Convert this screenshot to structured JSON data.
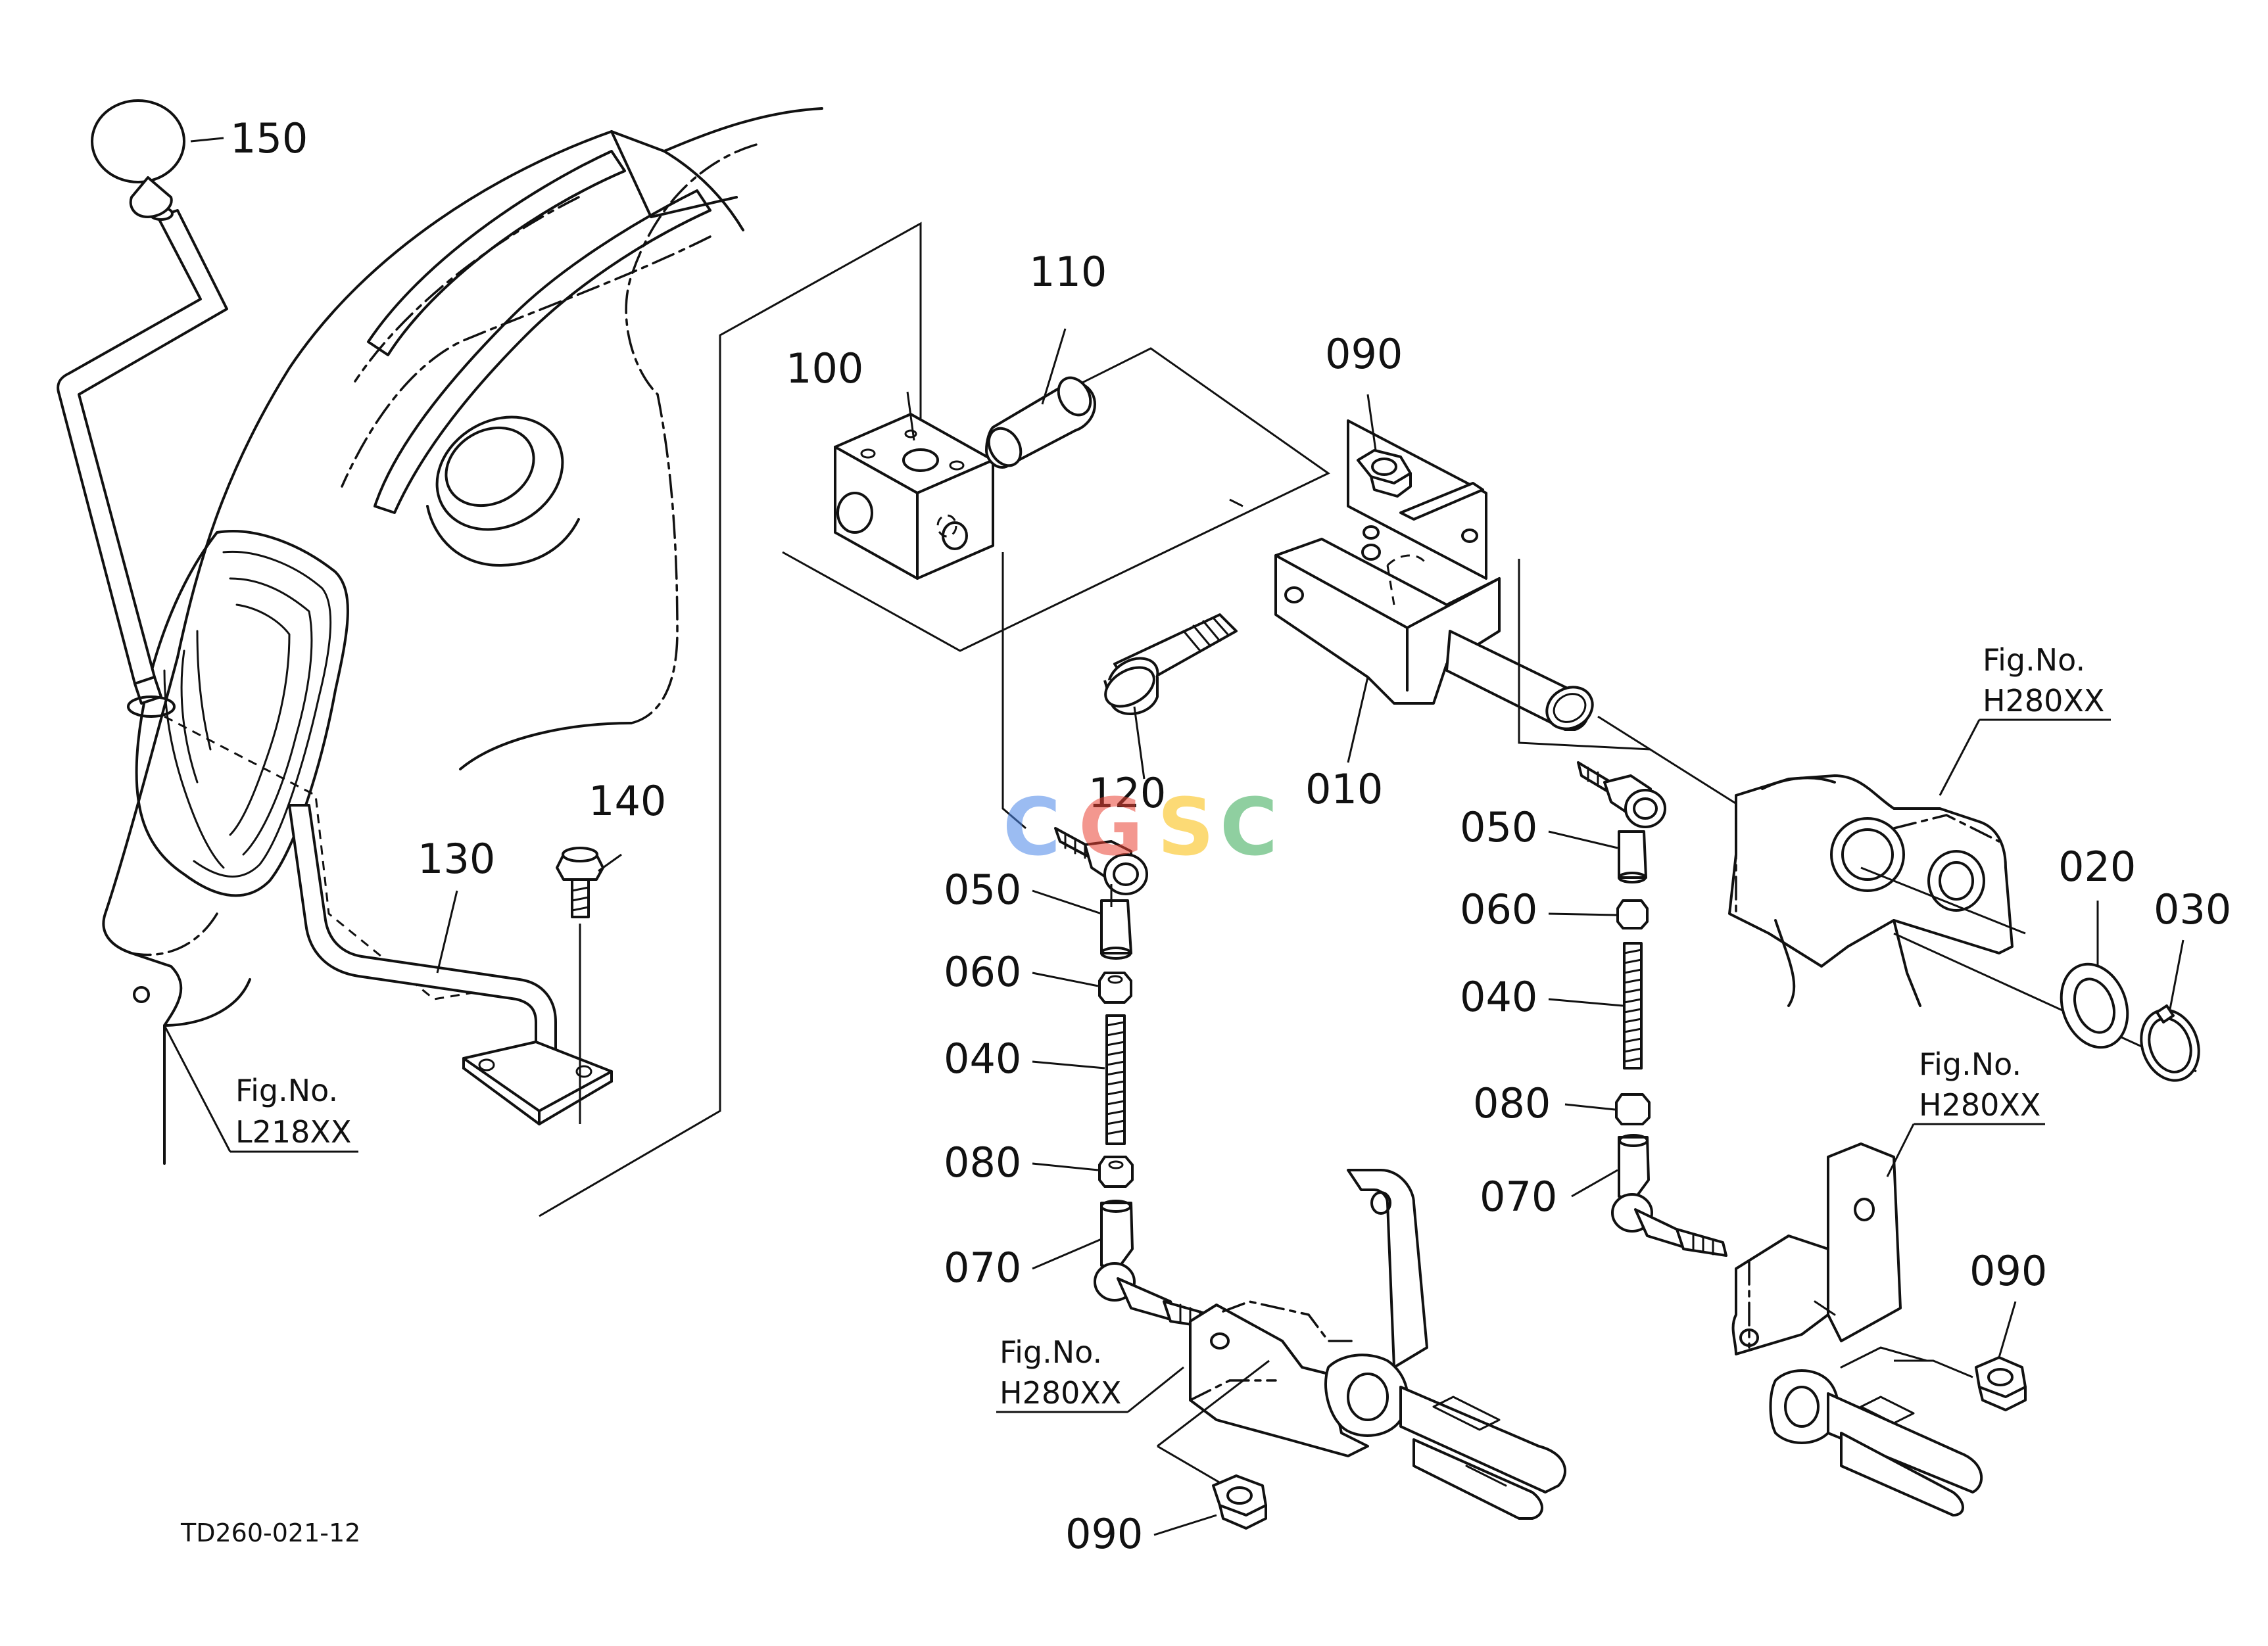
{
  "callouts": {
    "c150": "150",
    "c110": "110",
    "c100": "100",
    "c090_top": "090",
    "c140": "140",
    "c130": "130",
    "c120": "120",
    "c010": "010",
    "c050_left": "050",
    "c060_left": "060",
    "c040_left": "040",
    "c080_left": "080",
    "c070_left": "070",
    "c090_bottom": "090",
    "c050_right": "050",
    "c060_right": "060",
    "c040_right": "040",
    "c080_right": "080",
    "c070_right": "070",
    "c090_right": "090",
    "c020": "020",
    "c030": "030"
  },
  "figure_refs": {
    "left": {
      "line1": "Fig.No.",
      "line2": "L218XX"
    },
    "top_right": {
      "line1": "Fig.No.",
      "line2": "H280XX"
    },
    "mid_right": {
      "line1": "Fig.No.",
      "line2": "H280XX"
    },
    "bottom_center": {
      "line1": "Fig.No.",
      "line2": "H280XX"
    }
  },
  "drawing_code": "TD260-021-12",
  "watermark": {
    "letters": [
      "C",
      "G",
      "S",
      "C"
    ],
    "colors": [
      "#4a86e8",
      "#ea4335",
      "#fbbc05",
      "#34a853"
    ]
  }
}
